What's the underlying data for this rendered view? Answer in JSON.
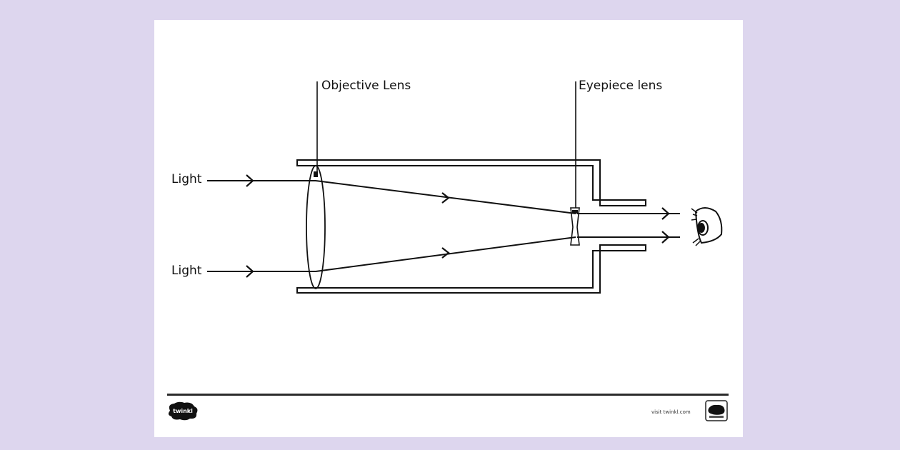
{
  "colors": {
    "background": "#ddd6ee",
    "sheet": "#ffffff",
    "ink": "#111111"
  },
  "labels": {
    "objective_lens": "Objective Lens",
    "eyepiece_lens": "Eyepiece lens",
    "light_top": "Light",
    "light_bottom": "Light"
  },
  "footer": {
    "brand": "twinkl",
    "url": "visit twinkl.com"
  },
  "icons": [
    "eye-icon",
    "twinkl-logo",
    "checked-badge-icon"
  ]
}
